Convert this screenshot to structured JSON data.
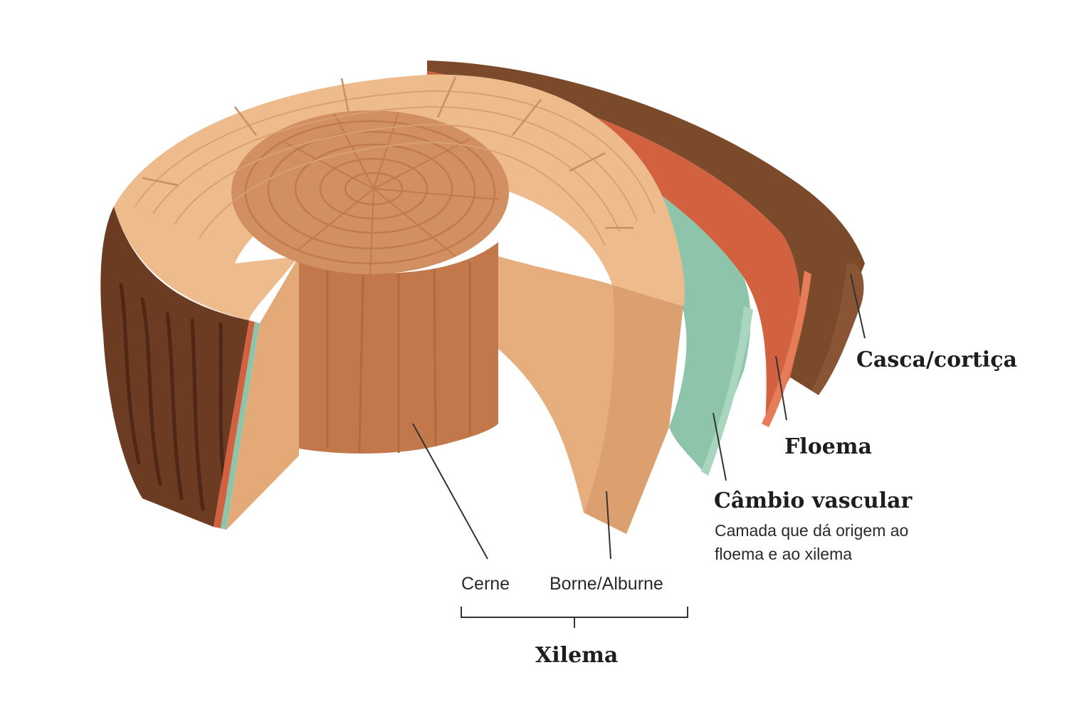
{
  "labels": {
    "casca": "Casca/cortiça",
    "floema": "Floema",
    "cambio_title": "Câmbio vascular",
    "cambio_desc": "Camada que dá origem ao floema e ao xilema",
    "cerne": "Cerne",
    "borne": "Borne/Alburne",
    "xilema": "Xilema"
  },
  "colors": {
    "bark": "#6b3b22",
    "bark_edge": "#8a5535",
    "phloem": "#d2613f",
    "phloem_light": "#e77c58",
    "cambium": "#8ec4aa",
    "cambium_light": "#a8d6bf",
    "sapwood_top": "#eebb8d",
    "sapwood_side": "#dca070",
    "sapwood_inner": "#e6ae7d",
    "heartwood_top": "#d18f62",
    "heartwood_side": "#c2784b",
    "ring_line": "#c98f62",
    "leader": "#333333"
  }
}
